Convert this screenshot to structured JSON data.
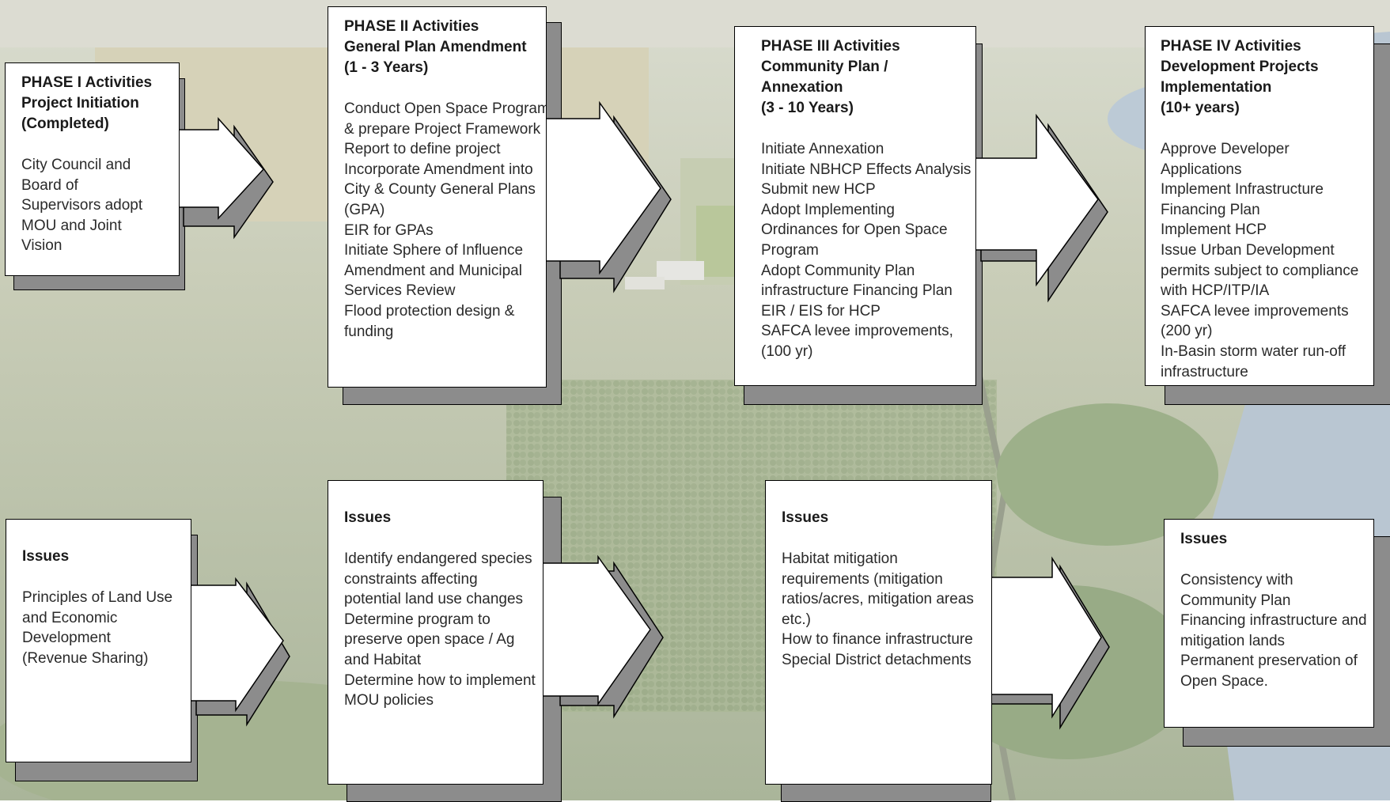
{
  "colors": {
    "box_fill": "#ffffff",
    "shadow": "#8c8c8c",
    "outline": "#000000"
  },
  "phases": [
    {
      "heading": [
        "PHASE I Activities",
        "Project Initiation",
        "(Completed)"
      ],
      "lines": [
        "City Council and",
        "Board of",
        "Supervisors adopt",
        "MOU and Joint",
        "Vision"
      ]
    },
    {
      "heading": [
        "PHASE II Activities",
        "General Plan Amendment",
        "(1 - 3 Years)"
      ],
      "lines": [
        "Conduct Open Space Program",
        "& prepare Project Framework",
        "Report to define project",
        "Incorporate Amendment into",
        "City & County General Plans",
        "(GPA)",
        "EIR for GPAs",
        "Initiate Sphere of Influence",
        "Amendment and Municipal",
        "Services Review",
        "Flood protection design &",
        "funding"
      ]
    },
    {
      "heading": [
        "PHASE III Activities",
        "Community Plan /",
        "Annexation",
        "(3 - 10 Years)"
      ],
      "lines": [
        "Initiate Annexation",
        "Initiate NBHCP Effects Analysis",
        "Submit new HCP",
        "Adopt Implementing",
        "Ordinances for Open Space",
        "Program",
        "Adopt Community Plan",
        "infrastructure Financing Plan",
        "EIR / EIS for HCP",
        "SAFCA levee improvements,",
        "(100 yr)"
      ]
    },
    {
      "heading": [
        "PHASE IV Activities",
        "Development Projects",
        "Implementation",
        "(10+ years)"
      ],
      "lines": [
        "Approve Developer",
        "Applications",
        "Implement Infrastructure",
        "Financing Plan",
        "Implement HCP",
        "Issue Urban Development",
        "permits subject to compliance",
        "with HCP/ITP/IA",
        "SAFCA levee improvements",
        "(200 yr)",
        "In-Basin storm water run-off",
        "infrastructure"
      ]
    }
  ],
  "issues": [
    {
      "heading": [
        "Issues"
      ],
      "lines": [
        "Principles of Land Use",
        "and Economic",
        "Development",
        "(Revenue Sharing)"
      ]
    },
    {
      "heading": [
        "Issues"
      ],
      "lines": [
        "Identify endangered  species",
        "constraints affecting",
        "potential land use changes",
        "Determine program to",
        "preserve open space / Ag",
        "and Habitat",
        "Determine how to implement",
        "MOU policies"
      ]
    },
    {
      "heading": [
        "Issues"
      ],
      "lines": [
        "Habitat mitigation",
        "requirements (mitigation",
        "ratios/acres, mitigation areas",
        "etc.)",
        "How to finance infrastructure",
        "Special District detachments"
      ]
    },
    {
      "heading": [
        "Issues"
      ],
      "lines": [
        "Consistency with",
        "Community Plan",
        "Financing infrastructure and",
        "mitigation lands",
        "Permanent preservation of",
        "Open Space."
      ]
    }
  ]
}
